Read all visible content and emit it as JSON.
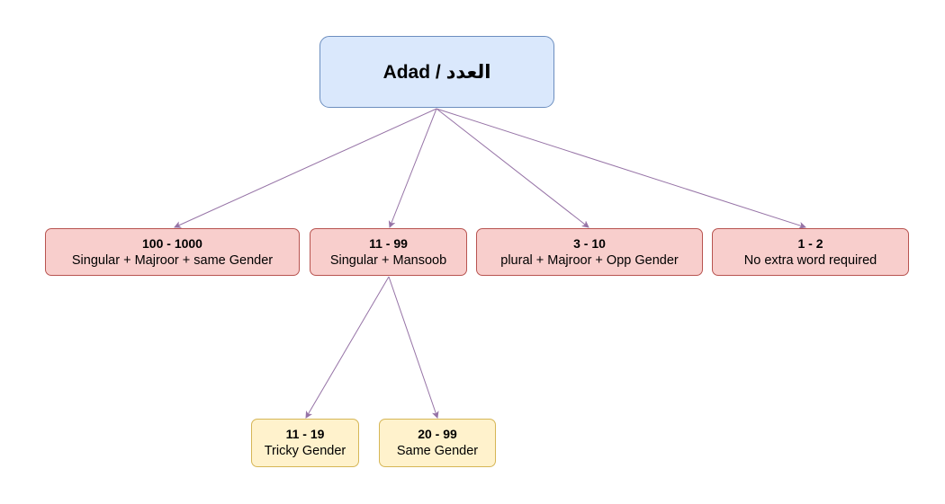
{
  "colors": {
    "root_fill": "#dae8fc",
    "root_stroke": "#6c8ebf",
    "level1_fill": "#f8cecc",
    "level1_stroke": "#b85450",
    "level2_fill": "#fff2cc",
    "level2_stroke": "#d6b656",
    "edge": "#9673a6"
  },
  "root": {
    "title": "Adad / العدد"
  },
  "level1": [
    {
      "range": "100 - 1000",
      "rule": "Singular + Majroor + same Gender"
    },
    {
      "range": "11 - 99",
      "rule": "Singular + Mansoob"
    },
    {
      "range": "3 - 10",
      "rule": "plural + Majroor + Opp Gender"
    },
    {
      "range": "1 - 2",
      "rule": "No extra word required"
    }
  ],
  "level2": [
    {
      "range": "11 - 19",
      "rule": "Tricky Gender"
    },
    {
      "range": "20 - 99",
      "rule": "Same Gender"
    }
  ]
}
